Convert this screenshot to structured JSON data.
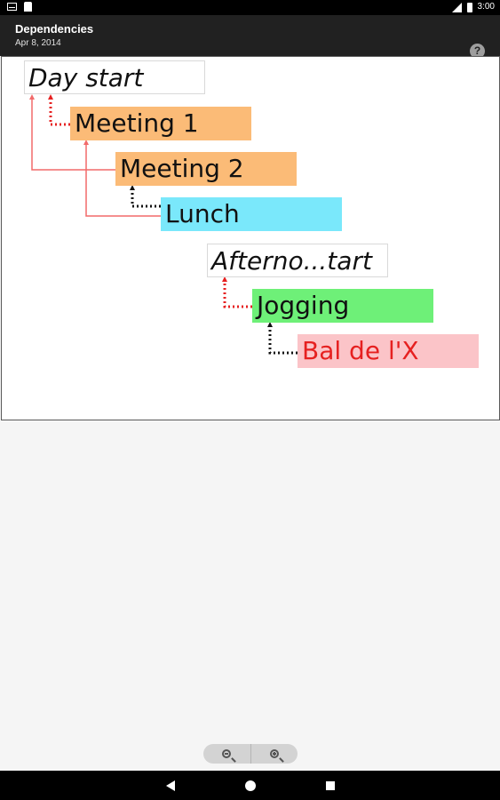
{
  "status_bar": {
    "time": "3:00"
  },
  "header": {
    "title": "Dependencies",
    "subtitle": "Apr 8, 2014",
    "help_icon": "?"
  },
  "tasks": [
    {
      "label": "Day start",
      "type": "milestone",
      "color": "#ffffff",
      "text_color": "#111111"
    },
    {
      "label": "Meeting 1",
      "type": "task",
      "color": "#fbbb77",
      "text_color": "#111111"
    },
    {
      "label": "Meeting 2",
      "type": "task",
      "color": "#fbbb77",
      "text_color": "#111111"
    },
    {
      "label": "Lunch",
      "type": "task",
      "color": "#7ae8fb",
      "text_color": "#111111"
    },
    {
      "label": "Afterno...tart",
      "type": "milestone",
      "color": "#ffffff",
      "text_color": "#111111"
    },
    {
      "label": "Jogging",
      "type": "task",
      "color": "#6ef078",
      "text_color": "#111111"
    },
    {
      "label": "Bal de l'X",
      "type": "task",
      "color": "#fbc4c8",
      "text_color": "#e62020"
    }
  ],
  "dependencies": [
    {
      "from": "Day start",
      "to": "Meeting 1",
      "style": "dotted",
      "color": "#e62020"
    },
    {
      "from": "Day start",
      "to": "Meeting 2",
      "style": "solid",
      "color": "#f26a6a"
    },
    {
      "from": "Meeting 1",
      "to": "Lunch",
      "style": "solid",
      "color": "#f26a6a"
    },
    {
      "from": "Meeting 2",
      "to": "Lunch",
      "style": "dotted",
      "color": "#111111"
    },
    {
      "from": "Afterno...tart",
      "to": "Jogging",
      "style": "dotted",
      "color": "#e62020"
    },
    {
      "from": "Jogging",
      "to": "Bal de l'X",
      "style": "dotted",
      "color": "#111111"
    }
  ],
  "controls": {
    "zoom_out_icon": "zoom-out-icon",
    "zoom_in_icon": "zoom-in-icon"
  },
  "nav": {
    "back_icon": "back-icon",
    "home_icon": "home-icon",
    "recents_icon": "recents-icon"
  }
}
